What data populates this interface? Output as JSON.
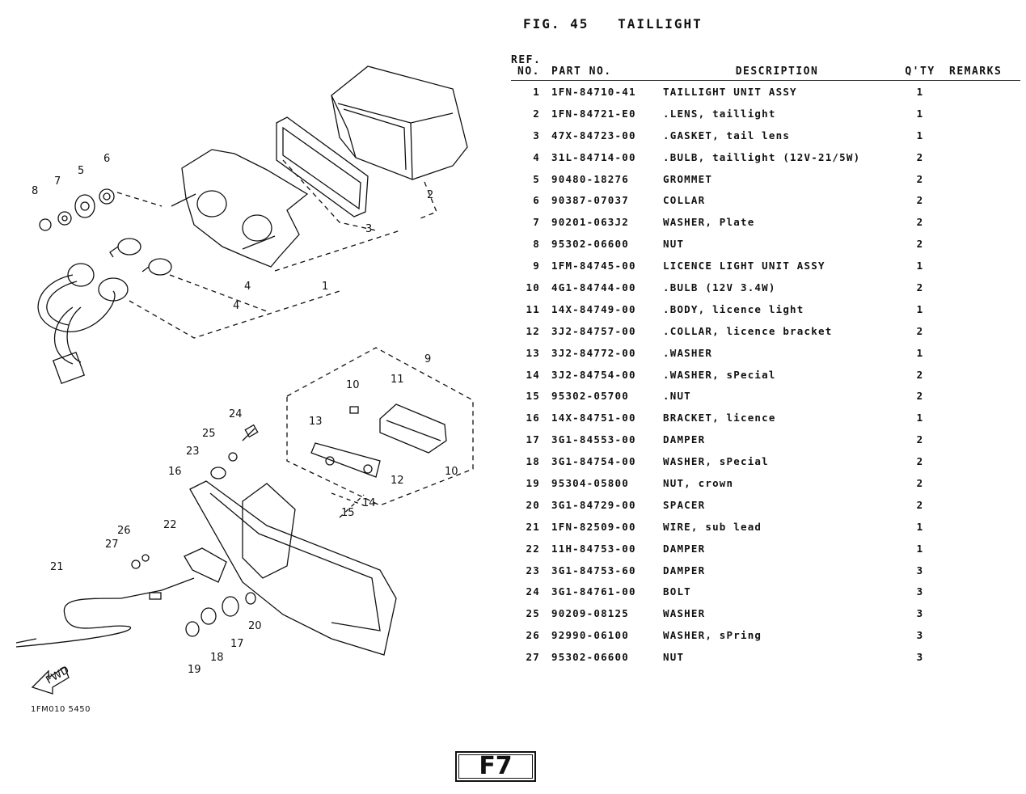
{
  "figure": {
    "number": "FIG. 45",
    "title": "TAILLIGHT"
  },
  "table": {
    "headers": {
      "ref_line1": "REF.",
      "ref_line2": "NO.",
      "part_no": "PART NO.",
      "description": "DESCRIPTION",
      "qty": "Q'TY",
      "remarks": "REMARKS"
    },
    "rows": [
      {
        "ref": "1",
        "part_no": "1FN-84710-41",
        "description": "TAILLIGHT UNIT ASSY",
        "qty": "1",
        "remarks": ""
      },
      {
        "ref": "2",
        "part_no": "1FN-84721-E0",
        "description": ".LENS, taillight",
        "qty": "1",
        "remarks": ""
      },
      {
        "ref": "3",
        "part_no": "47X-84723-00",
        "description": ".GASKET, tail lens",
        "qty": "1",
        "remarks": ""
      },
      {
        "ref": "4",
        "part_no": "31L-84714-00",
        "description": ".BULB, taillight (12V-21/5W)",
        "qty": "2",
        "remarks": ""
      },
      {
        "ref": "5",
        "part_no": "90480-18276",
        "description": "GROMMET",
        "qty": "2",
        "remarks": ""
      },
      {
        "ref": "6",
        "part_no": "90387-07037",
        "description": "COLLAR",
        "qty": "2",
        "remarks": ""
      },
      {
        "ref": "7",
        "part_no": "90201-063J2",
        "description": "WASHER, Plate",
        "qty": "2",
        "remarks": ""
      },
      {
        "ref": "8",
        "part_no": "95302-06600",
        "description": "NUT",
        "qty": "2",
        "remarks": ""
      },
      {
        "ref": "9",
        "part_no": "1FM-84745-00",
        "description": "LICENCE LIGHT UNIT ASSY",
        "qty": "1",
        "remarks": ""
      },
      {
        "ref": "10",
        "part_no": "4G1-84744-00",
        "description": ".BULB (12V 3.4W)",
        "qty": "2",
        "remarks": ""
      },
      {
        "ref": "11",
        "part_no": "14X-84749-00",
        "description": ".BODY, licence light",
        "qty": "1",
        "remarks": ""
      },
      {
        "ref": "12",
        "part_no": "3J2-84757-00",
        "description": ".COLLAR, licence bracket",
        "qty": "2",
        "remarks": ""
      },
      {
        "ref": "13",
        "part_no": "3J2-84772-00",
        "description": ".WASHER",
        "qty": "1",
        "remarks": ""
      },
      {
        "ref": "14",
        "part_no": "3J2-84754-00",
        "description": ".WASHER, sPecial",
        "qty": "2",
        "remarks": ""
      },
      {
        "ref": "15",
        "part_no": "95302-05700",
        "description": ".NUT",
        "qty": "2",
        "remarks": ""
      },
      {
        "ref": "16",
        "part_no": "14X-84751-00",
        "description": "BRACKET, licence",
        "qty": "1",
        "remarks": ""
      },
      {
        "ref": "17",
        "part_no": "3G1-84553-00",
        "description": "DAMPER",
        "qty": "2",
        "remarks": ""
      },
      {
        "ref": "18",
        "part_no": "3G1-84754-00",
        "description": "WASHER, sPecial",
        "qty": "2",
        "remarks": ""
      },
      {
        "ref": "19",
        "part_no": "95304-05800",
        "description": "NUT, crown",
        "qty": "2",
        "remarks": ""
      },
      {
        "ref": "20",
        "part_no": "3G1-84729-00",
        "description": "SPACER",
        "qty": "2",
        "remarks": ""
      },
      {
        "ref": "21",
        "part_no": "1FN-82509-00",
        "description": "WIRE, sub lead",
        "qty": "1",
        "remarks": ""
      },
      {
        "ref": "22",
        "part_no": "11H-84753-00",
        "description": "DAMPER",
        "qty": "1",
        "remarks": ""
      },
      {
        "ref": "23",
        "part_no": "3G1-84753-60",
        "description": "DAMPER",
        "qty": "3",
        "remarks": ""
      },
      {
        "ref": "24",
        "part_no": "3G1-84761-00",
        "description": "BOLT",
        "qty": "3",
        "remarks": ""
      },
      {
        "ref": "25",
        "part_no": "90209-08125",
        "description": "WASHER",
        "qty": "3",
        "remarks": ""
      },
      {
        "ref": "26",
        "part_no": "92990-06100",
        "description": "WASHER, sPring",
        "qty": "3",
        "remarks": ""
      },
      {
        "ref": "27",
        "part_no": "95302-06600",
        "description": "NUT",
        "qty": "3",
        "remarks": ""
      }
    ]
  },
  "diagram": {
    "fwd_label": "FWD",
    "footer_code": "1FM010 5450",
    "callouts": [
      "8",
      "7",
      "5",
      "6",
      "2",
      "3",
      "4",
      "4",
      "1",
      "9",
      "10",
      "11",
      "13",
      "12",
      "15",
      "14",
      "10",
      "24",
      "25",
      "23",
      "16",
      "26",
      "27",
      "22",
      "21",
      "20",
      "17",
      "18",
      "19"
    ]
  },
  "page_label": "F7"
}
